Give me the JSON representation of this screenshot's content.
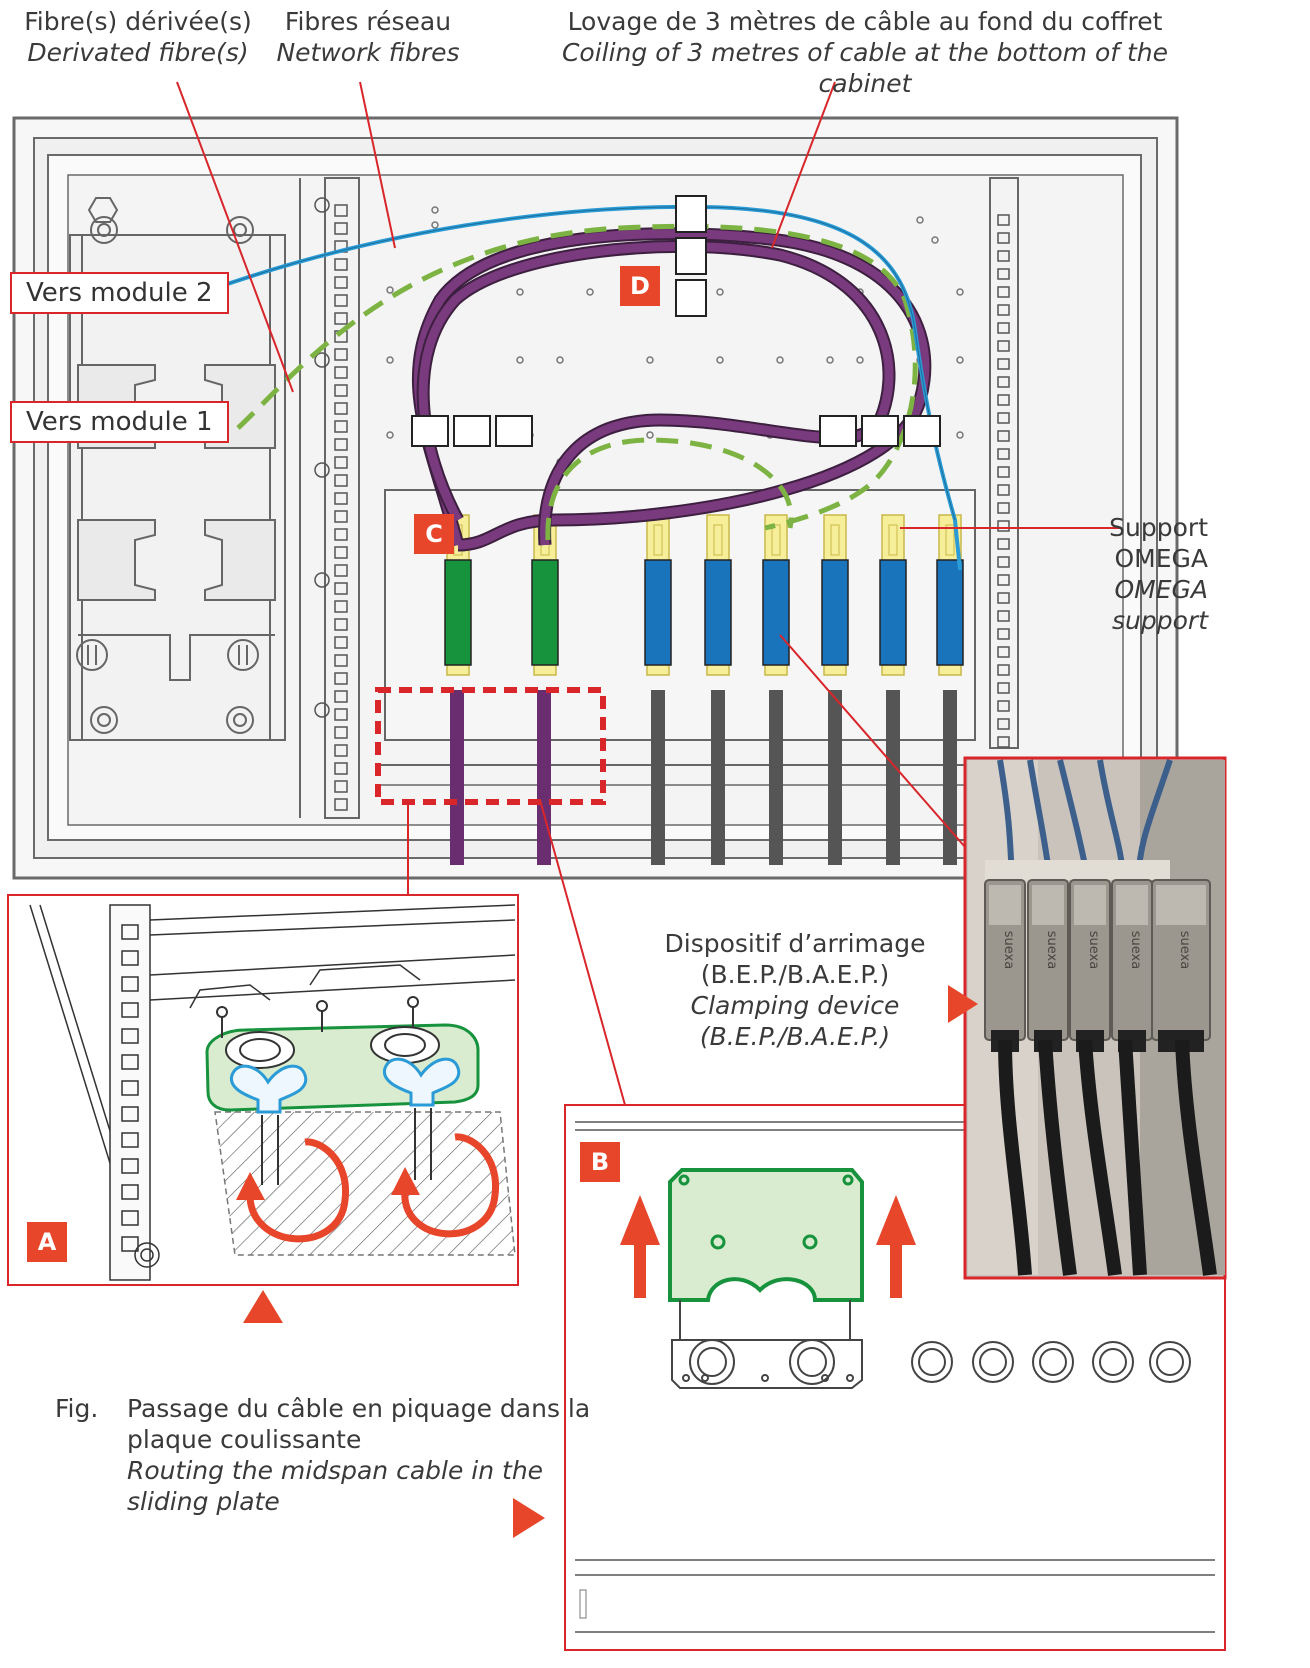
{
  "labels": {
    "derived_fr": "Fibre(s) dérivée(s)",
    "derived_en": "Derivated fibre(s)",
    "network_fr": "Fibres réseau",
    "network_en": "Network fibres",
    "coil_fr": "Lovage de 3 mètres de câble au fond du coffret",
    "coil_en": "Coiling of 3 metres of cable at the bottom of the cabinet",
    "module2": "Vers module 2",
    "module1": "Vers module 1",
    "omega_fr_1": "Support",
    "omega_fr_2": "OMEGA",
    "omega_en_1": "OMEGA",
    "omega_en_2": "support",
    "clamp_fr_1": "Dispositif d’arrimage",
    "clamp_fr_2": "(B.E.P./B.A.E.P.)",
    "clamp_en_1": "Clamping device",
    "clamp_en_2": "(B.E.P./B.A.E.P.)"
  },
  "tags": {
    "a": "A",
    "b": "B",
    "c": "C",
    "d": "D"
  },
  "caption": {
    "fig": "Fig.",
    "fr": "Passage du câble en piquage dans la plaque coulissante",
    "en": "Routing the midspan cable in the sliding plate"
  },
  "photo_text": "suexa",
  "colors": {
    "callout_red": "#d8262b",
    "tag_orange": "#e8462a",
    "cable_purple": "#7a3a7e",
    "fibre_blue": "#2a9bd6",
    "dash_green": "#7cb342",
    "clamp_green": "#17923d",
    "clamp_blue": "#1a74bb",
    "omega_yellow": "#f7ee9a"
  }
}
